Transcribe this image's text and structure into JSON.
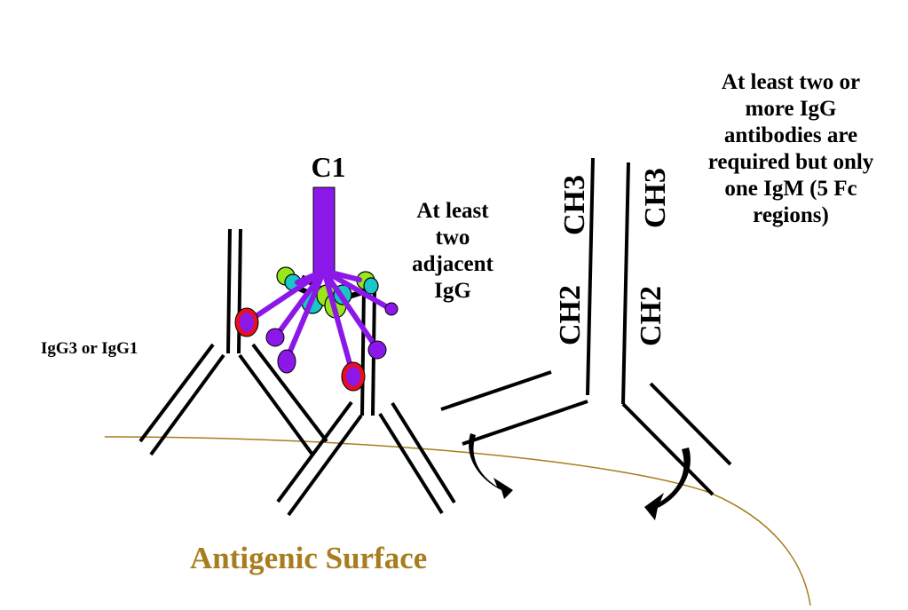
{
  "labels": {
    "c1": "C1",
    "igg_type": "IgG3 or IgG1",
    "adjacent": "At least two adjacent IgG",
    "requirement": "At least two or more IgG antibodies are required but only one IgM (5 Fc regions)",
    "ch3_left": "CH3",
    "ch3_right": "CH3",
    "ch2_left": "CH2",
    "ch2_right": "CH2",
    "surface": "Antigenic Surface"
  },
  "colors": {
    "c1_purple": "#8b18e8",
    "globule_green": "#99e61a",
    "globule_cyan": "#1ac6c6",
    "binding_red": "#e8101e",
    "surface_brown": "#a87d1e",
    "line": "#000000"
  },
  "icons": [
    "c1-complex",
    "igg-antibody",
    "rotation-arrow-icon"
  ]
}
